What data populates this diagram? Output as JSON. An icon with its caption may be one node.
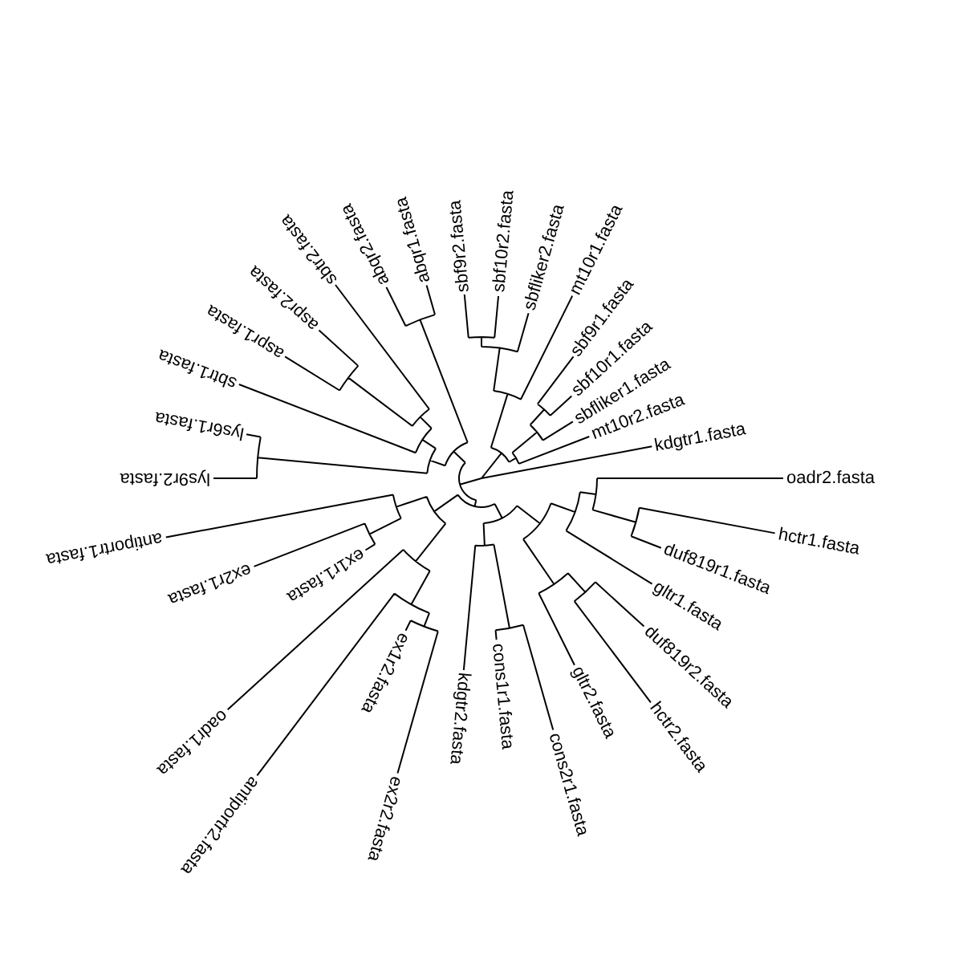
{
  "diagram": {
    "labels": [
      "oadr2.fasta",
      "kdgtr1.fasta",
      "mt10r2.fasta",
      "sbfliker1.fasta",
      "sbf10r1.fasta",
      "sbf9r1.fasta",
      "mt10r1.fasta",
      "sbfliker2.fasta",
      "sbf10r2.fasta",
      "sbf9r2.fasta",
      "abqr1.fasta",
      "abqr2.fasta",
      "sbtr2.fasta",
      "aspr2.fasta",
      "aspr1.fasta",
      "sbtr1.fasta",
      "lys6r1.fasta",
      "lys9r2.fasta",
      "antiportr1.fasta",
      "ex2r1.fasta",
      "ex1r1.fasta",
      "oadr1.fasta",
      "antiportr2.fasta",
      "ex1r2.fasta",
      "ex2r2.fasta",
      "kdgtr2.fasta",
      "cons1r1.fasta",
      "cons2r1.fasta",
      "gltr2.fasta",
      "hctr2.fasta",
      "duf819r2.fasta",
      "gltr1.fasta",
      "duf819r1.fasta",
      "hctr1.fasta"
    ]
  }
}
